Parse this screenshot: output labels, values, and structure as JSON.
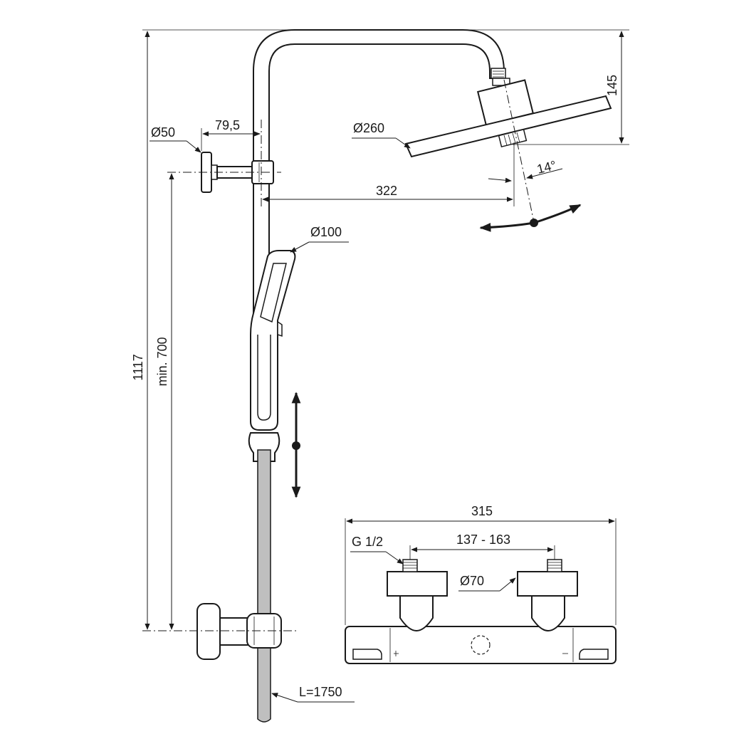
{
  "labels": {
    "wall_flange_diameter": "Ø50",
    "arm_offset": "79,5",
    "head_diameter": "Ø260",
    "head_height": "145",
    "head_tilt": "14°",
    "head_reach": "322",
    "hand_shower_diameter": "Ø100",
    "total_height": "1117",
    "min_height": "min. 700",
    "hose_length": "L=1750",
    "valve_width": "315",
    "inlet_thread": "G 1/2",
    "inlet_spacing": "137 - 163",
    "inlet_cover_diameter": "Ø70"
  }
}
